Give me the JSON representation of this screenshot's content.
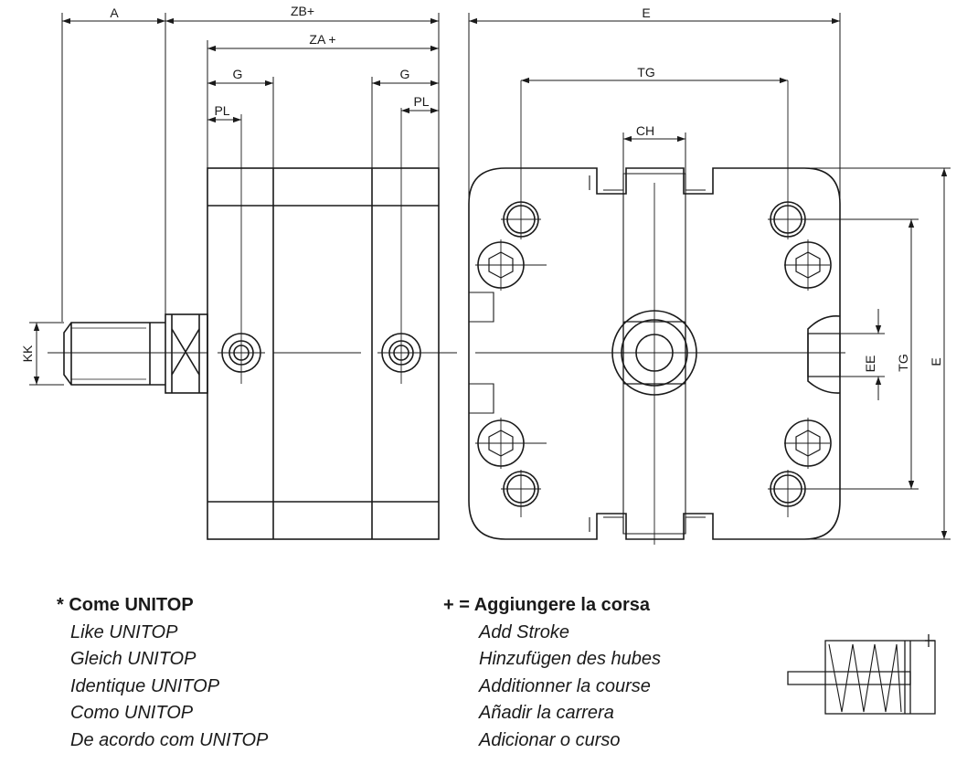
{
  "dimensions": {
    "A": "A",
    "ZB": "ZB+",
    "ZA": "ZA +",
    "G": "G",
    "PL": "PL",
    "KK": "KK",
    "E": "E",
    "TG": "TG",
    "CH": "CH",
    "EE": "EE"
  },
  "legend_left": {
    "heading": "* Come UNITOP",
    "items": [
      "Like UNITOP",
      "Gleich UNITOP",
      "Identique UNITOP",
      "Como UNITOP",
      "De acordo com UNITOP"
    ]
  },
  "legend_right": {
    "heading": "+ = Aggiungere la corsa",
    "items": [
      "Add Stroke",
      "Hinzufügen des hubes",
      "Additionner la course",
      "Añadir la carrera",
      "Adicionar o curso"
    ]
  },
  "symbol": "spring-return-cylinder-symbol"
}
